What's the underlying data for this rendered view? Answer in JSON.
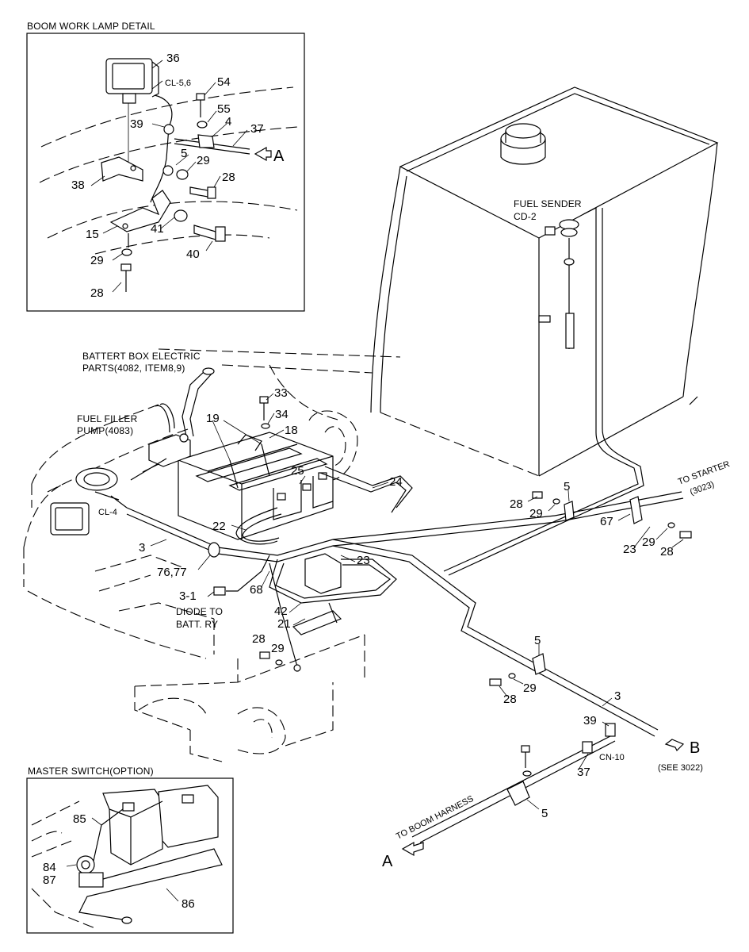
{
  "titles": {
    "boom_work_lamp_detail": "BOOM WORK LAMP DETAIL",
    "master_switch": "MASTER SWITCH(OPTION)"
  },
  "notes": {
    "battery_box_line1": "BATTERT BOX ELECTRIC",
    "battery_box_line2": "PARTS(4082, ITEM8,9)",
    "fuel_filler_line1": "FUEL FILLER",
    "fuel_filler_line2": "PUMP(4083)",
    "fuel_sender_line1": "FUEL SENDER",
    "fuel_sender_line2": "CD-2",
    "diode_line1": "DIODE TO",
    "diode_line2": "BATT. RY",
    "to_starter_line1": "TO STARTER",
    "to_starter_line2": "(3023)",
    "to_boom_harness": "TO BOOM HARNESS",
    "see_3022": "(SEE 3022)"
  },
  "connectors": {
    "cl56": "CL-5,6",
    "cl4": "CL-4",
    "cn10": "CN-10"
  },
  "arrows": {
    "a_detail": "A",
    "a_main": "A",
    "b_main": "B"
  },
  "detail_parts": {
    "p36": "36",
    "p54": "54",
    "p55": "55",
    "p4": "4",
    "p37": "37",
    "p39": "39",
    "p5": "5",
    "p29a": "29",
    "p28a": "28",
    "p38": "38",
    "p15": "15",
    "p41": "41",
    "p40": "40",
    "p29b": "29",
    "p28b": "28"
  },
  "main_parts": {
    "p33": "33",
    "p34": "34",
    "p18": "18",
    "p19": "19",
    "p25": "25",
    "p24": "24",
    "p22": "22",
    "p3a": "3",
    "p7677": "76,77",
    "p31": "3-1",
    "p68": "68",
    "p23a": "23",
    "p42": "42",
    "p21": "21",
    "p28c": "28",
    "p29c": "29",
    "p5a": "5",
    "p28d": "28",
    "p29d": "29",
    "p67": "67",
    "p23b": "23",
    "p29e": "29",
    "p28e": "28",
    "p5b": "5",
    "p28f": "28",
    "p29f": "29",
    "p3b": "3",
    "p39b": "39",
    "p37b": "37",
    "p5c": "5"
  },
  "switch_parts": {
    "p85": "85",
    "p84": "84",
    "p87": "87",
    "p86": "86"
  }
}
